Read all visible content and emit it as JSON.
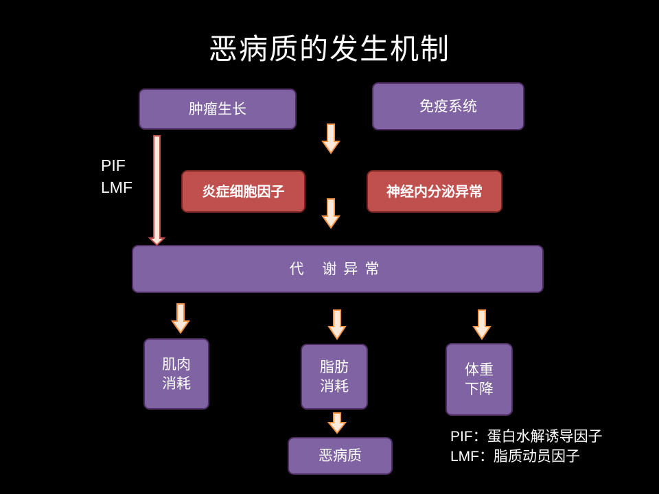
{
  "title": "恶病质的发生机制",
  "nodes": {
    "tumor_growth": "肿瘤生长",
    "immune_system": "免疫系统",
    "inflammatory_factors": "炎症细胞因子",
    "neuroendocrine_abnormality": "神经内分泌异常",
    "metabolic_abnormality": "代 谢异常",
    "muscle_wasting_1": "肌肉",
    "muscle_wasting_2": "消耗",
    "fat_wasting_1": "脂肪",
    "fat_wasting_2": "消耗",
    "weight_loss_1": "体重",
    "weight_loss_2": "下降",
    "cachexia": "恶病质"
  },
  "side_labels": {
    "line1": "PIF",
    "line2": "LMF"
  },
  "legend": [
    "PIF：蛋白水解诱导因子",
    "LMF：脂质动员因子"
  ],
  "colors": {
    "purple_box": "#7f63a2",
    "red_box": "#c0504d",
    "arrow_fill": "#fde9d9",
    "arrow_stroke": "#f79646",
    "background": "#000000"
  }
}
